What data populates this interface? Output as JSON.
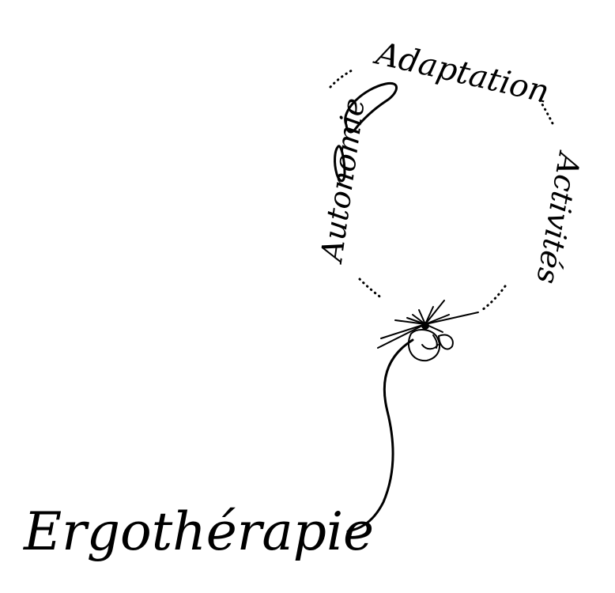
{
  "balloon": {
    "words": {
      "top": "Adaptation",
      "left": "Autonomie",
      "right": "Activités"
    },
    "title": "Ergothérapie"
  },
  "colors": {
    "ink": "#000000",
    "background": "#ffffff"
  }
}
